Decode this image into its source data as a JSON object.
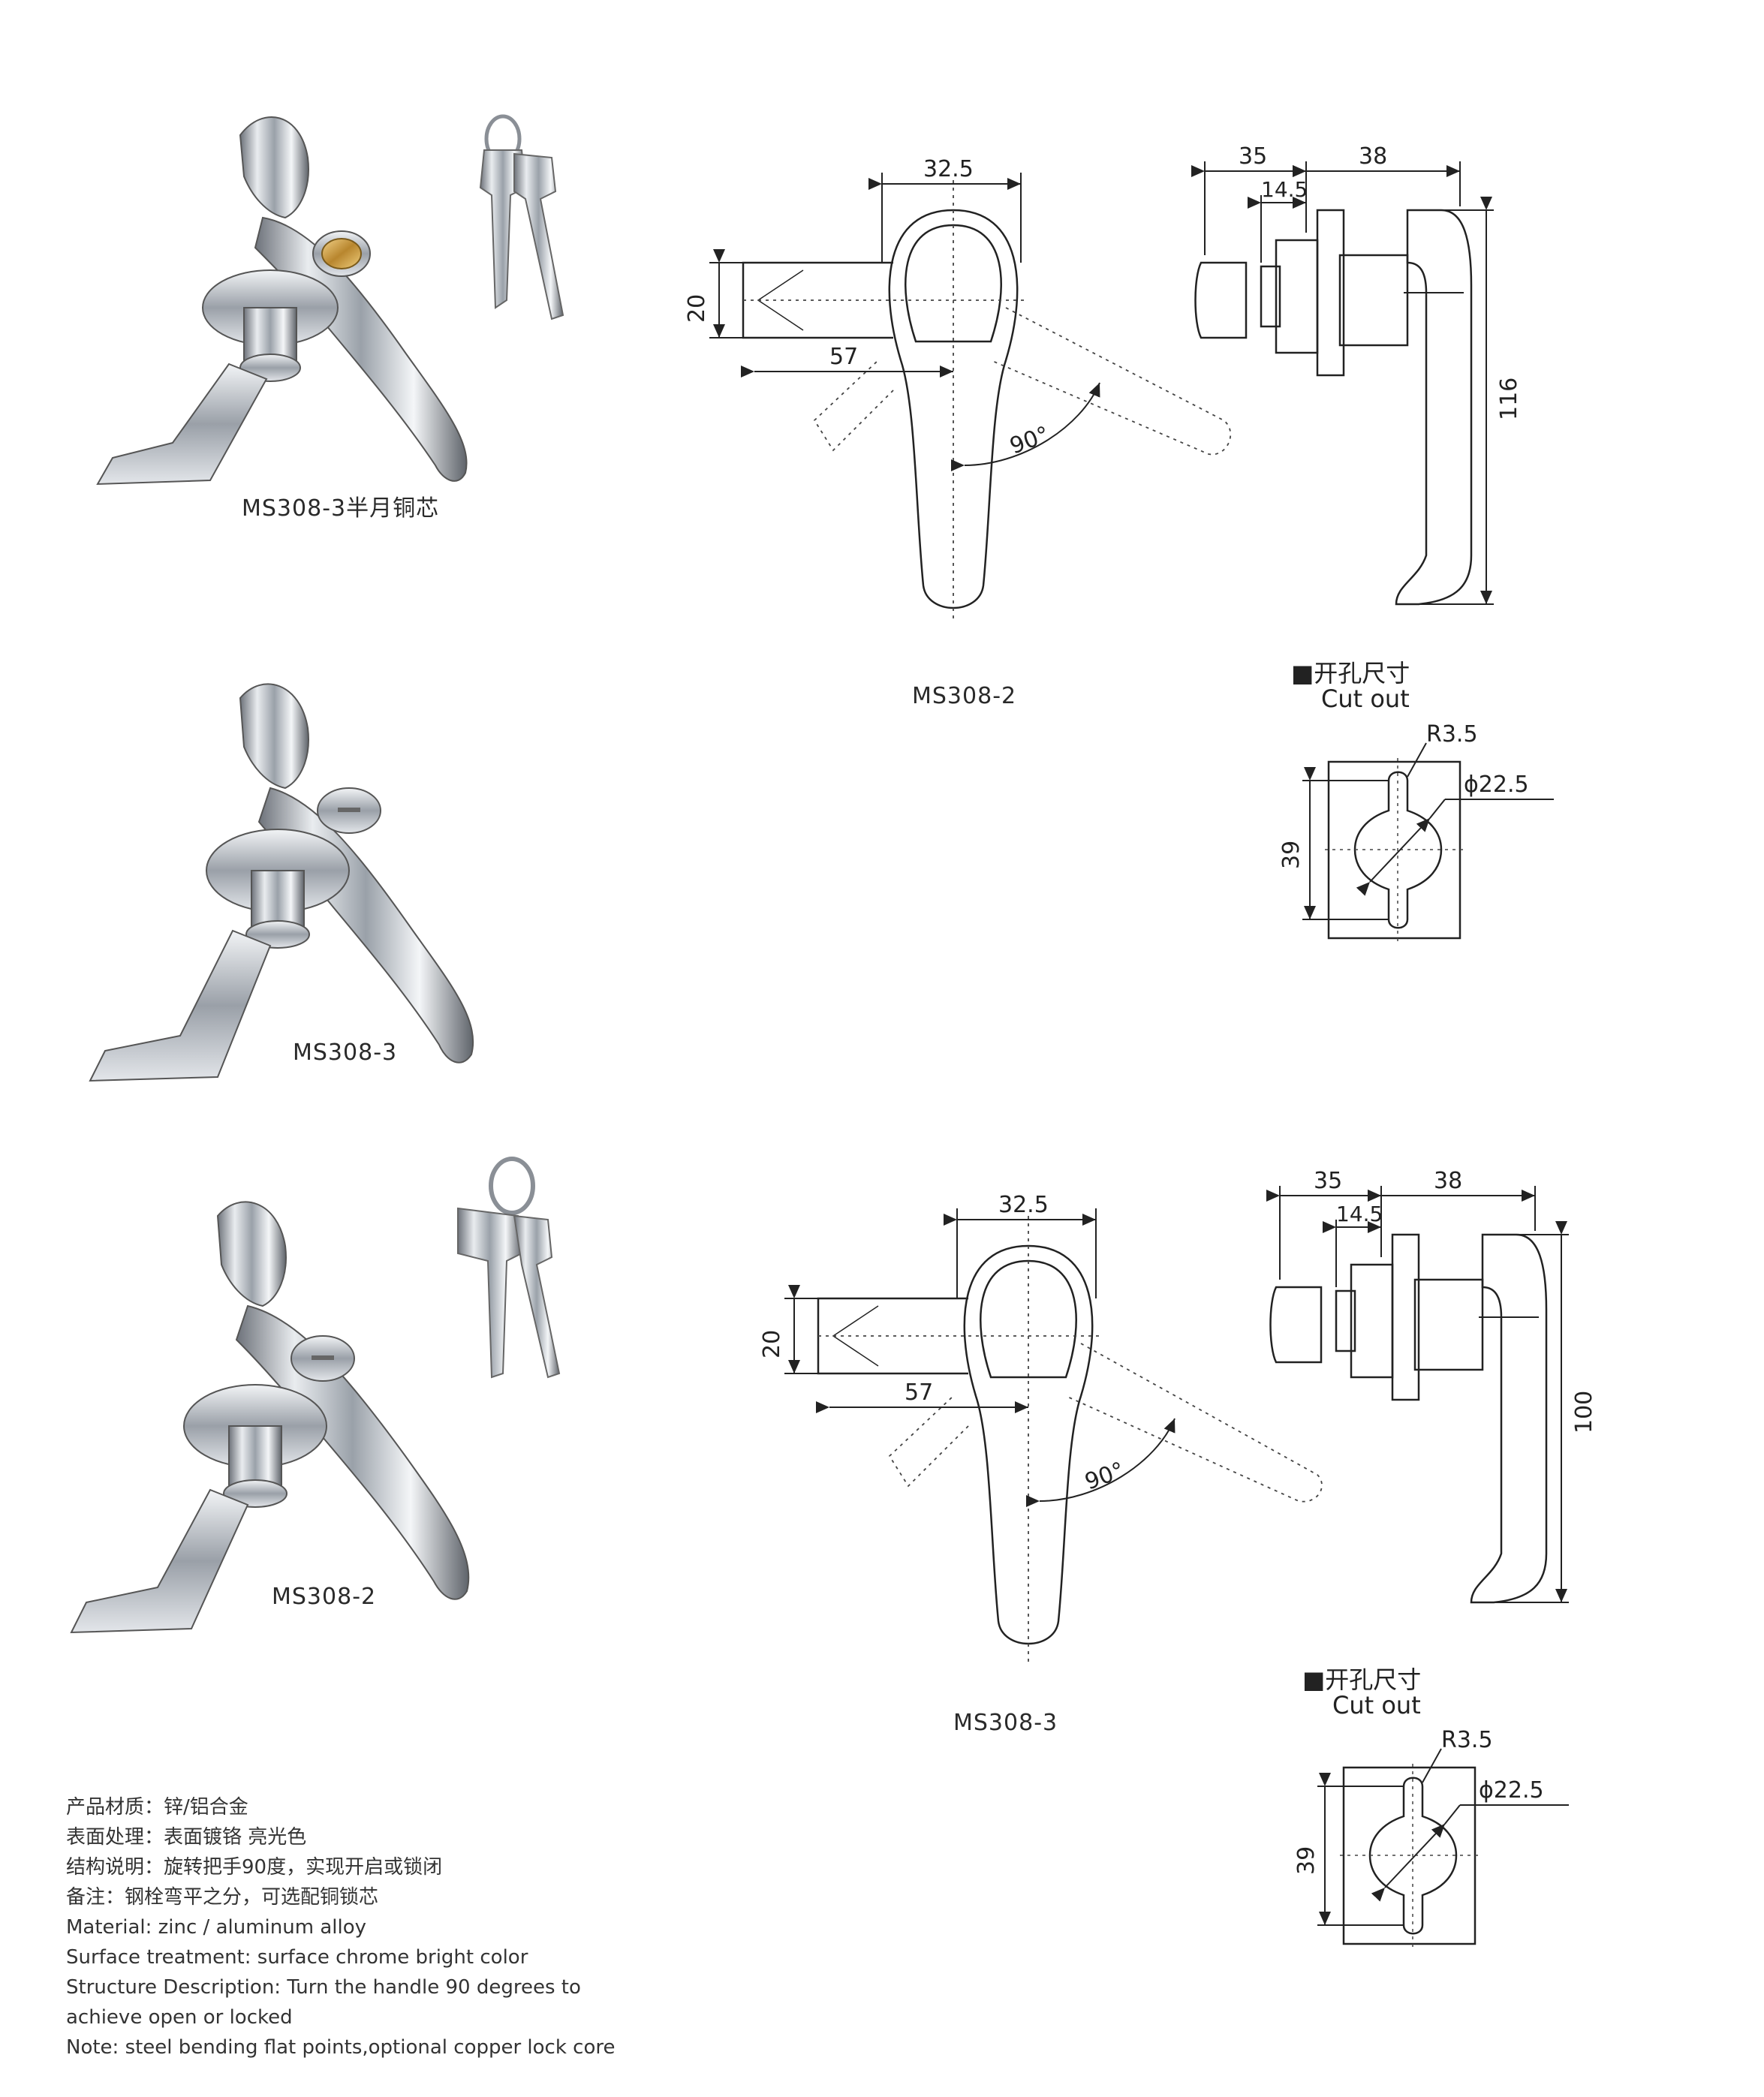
{
  "products": [
    {
      "label": "MS308-3半月铜芯"
    },
    {
      "label": "MS308-3"
    },
    {
      "label": "MS308-2"
    }
  ],
  "drawings": {
    "top": {
      "label": "MS308-2",
      "width": "32.5",
      "height": "20",
      "offset": "57",
      "angle": "90°",
      "side_a": "35",
      "side_b": "14.5",
      "side_c": "38",
      "side_height": "116"
    },
    "bottom": {
      "label": "MS308-3",
      "width": "32.5",
      "height": "20",
      "offset": "57",
      "angle": "90°",
      "side_a": "35",
      "side_b": "14.5",
      "side_c": "38",
      "side_height": "100"
    }
  },
  "cutouts": [
    {
      "title_cn": "■开孔尺寸",
      "title_en": "Cut out",
      "radius": "R3.5",
      "diameter": "ϕ22.5",
      "height": "39"
    },
    {
      "title_cn": "■开孔尺寸",
      "title_en": "Cut out",
      "radius": "R3.5",
      "diameter": "ϕ22.5",
      "height": "39"
    }
  ],
  "specs": [
    "产品材质：锌/铝合金",
    "表面处理：表面镀铬 亮光色",
    "结构说明：旋转把手90度，实现开启或锁闭",
    "备注：钢栓弯平之分，可选配铜锁芯",
    "Material: zinc / aluminum alloy",
    "Surface treatment: surface chrome bright color",
    "Structure Description: Turn the handle 90 degrees to",
    "achieve open or locked",
    "Note: steel bending flat points,optional copper lock core"
  ]
}
